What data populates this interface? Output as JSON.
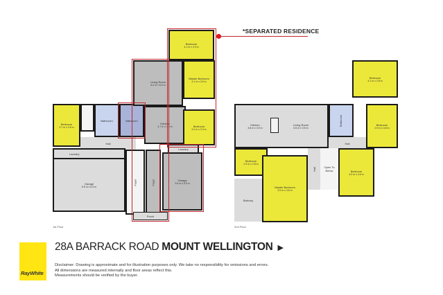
{
  "callout": {
    "label": "*SEPARATED RESIDENCE"
  },
  "floors": [
    {
      "label": "1st Floor",
      "rooms": [
        {
          "name": "Bedroom",
          "dims": "3.7 m x 3.6 m"
        },
        {
          "name": "Bathroom",
          "dims": ""
        },
        {
          "name": "Bathroom",
          "dims": ""
        },
        {
          "name": "Hall",
          "dims": ""
        },
        {
          "name": "Laundry",
          "dims": ""
        },
        {
          "name": "Garage",
          "dims": "5.5 m x 6.3 m"
        },
        {
          "name": "Foyer",
          "dims": ""
        },
        {
          "name": "Foyer",
          "dims": ""
        },
        {
          "name": "Porch",
          "dims": ""
        },
        {
          "name": "Bedroom",
          "dims": "4.1 m x 2.9 m"
        },
        {
          "name": "Living Room",
          "dims": "6.2 m x 6.0 m"
        },
        {
          "name": "Master Bedroom",
          "dims": "3.1 m x 3.5 m"
        },
        {
          "name": "Kitchen",
          "dims": "4.7 m x 4.0 m"
        },
        {
          "name": "Bedroom",
          "dims": "3.2 m x 3.3 m"
        },
        {
          "name": "Laundry",
          "dims": ""
        },
        {
          "name": "Garage",
          "dims": "3.6 m x 5.9 m"
        }
      ]
    },
    {
      "label": "2nd Floor",
      "rooms": [
        {
          "name": "Kitchen",
          "dims": "3.8 m x 3.9 m"
        },
        {
          "name": "Living Room",
          "dims": "6.5 m x 3.5 m"
        },
        {
          "name": "Bathroom",
          "dims": ""
        },
        {
          "name": "Hall",
          "dims": ""
        },
        {
          "name": "Bedroom",
          "dims": "4.1 m x 2.8 m"
        },
        {
          "name": "Bedroom",
          "dims": "2.9 m x 4.8 m"
        },
        {
          "name": "Bedroom",
          "dims": "2.9 m x 2.8 m"
        },
        {
          "name": "Master Bedroom",
          "dims": "3.9 m x 3.6 m"
        },
        {
          "name": "Balcony",
          "dims": ""
        },
        {
          "name": "Hall",
          "dims": ""
        },
        {
          "name": "Open To Below",
          "dims": ""
        },
        {
          "name": "Bedroom",
          "dims": "4.0 m x 4.6 m"
        }
      ]
    }
  ],
  "footer": {
    "address_street": "28A BARRACK ROAD",
    "address_suburb": "MOUNT WELLINGTON",
    "north_arrow": "▶",
    "brand": "RayWhite",
    "disclaimer": [
      "Disclaimer: Drawing is approximate and for illustration purposes only. We take no responsibility for omissions and errors.",
      "All dimensions are measured internally and floor areas reflect this.",
      "Measurements should be verified by the buyer."
    ]
  }
}
